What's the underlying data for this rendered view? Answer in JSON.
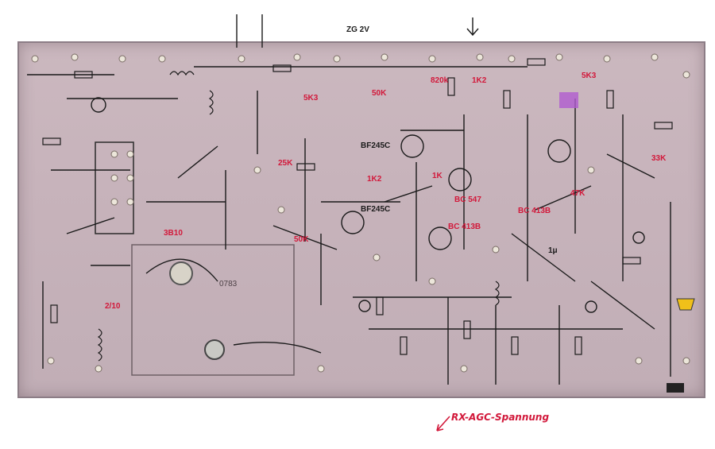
{
  "labels_red": [
    {
      "text": "5K3"
    },
    {
      "text": "50K"
    },
    {
      "text": "820k"
    },
    {
      "text": "1K2"
    },
    {
      "text": "5K3"
    },
    {
      "text": "25K"
    },
    {
      "text": "1K2"
    },
    {
      "text": "BC 547"
    },
    {
      "text": "BC 413B"
    },
    {
      "text": "50K"
    },
    {
      "text": "3B10"
    },
    {
      "text": "2/10"
    },
    {
      "text": "BC 413B"
    },
    {
      "text": "47K"
    },
    {
      "text": "1K"
    },
    {
      "text": "33K"
    }
  ],
  "labels_black": [
    {
      "text": "ZG 2V"
    },
    {
      "text": "BF245C"
    },
    {
      "text": "BF245C"
    },
    {
      "text": "1μ"
    },
    {
      "text": "0783"
    }
  ],
  "annotation": "RX-AGC-Spannung",
  "colors": {
    "board": "#c7b3bb",
    "ink": "#1a1a1a",
    "red_ink": "#d2183a",
    "pad": "#ece6da"
  }
}
